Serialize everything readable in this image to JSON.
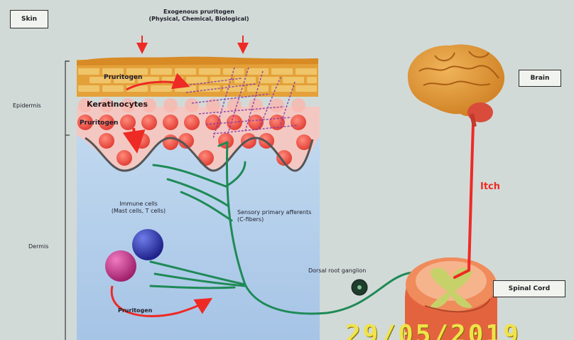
{
  "labels": {
    "skin": "Skin",
    "exogenous_line1": "Exogenous pruritogen",
    "exogenous_line2": "(Physical, Chemical, Biological)",
    "pruritogen_top": "Pruritogen",
    "keratinocytes": "Keratinocytes",
    "pruritogen_mid": "Pruritogen",
    "epidermis": "Epidermis",
    "dermis": "Dermis",
    "immune_line1": "Immune cells",
    "immune_line2": "(Mast cells, T cells)",
    "sensory_line1": "Sensory primary afferents",
    "sensory_line2": "(C-fibers)",
    "drg": "Dorsal root ganglion",
    "pruritogen_bottom": "Pruritogen",
    "brain": "Brain",
    "itch": "Itch",
    "spinal_cord": "Spinal Cord"
  },
  "date_stamp": "29/05/2019",
  "colors": {
    "background": "#c9d2cf",
    "dermis": "#a9c8e9",
    "skin_layer": "#e7a33c",
    "cells": "#ee5a4e",
    "nerve": "#1f8a57",
    "signal": "#ee2a25",
    "brain": "#e0912f",
    "immune_blue": "#2b2ea3",
    "immune_magenta": "#c32e86"
  }
}
